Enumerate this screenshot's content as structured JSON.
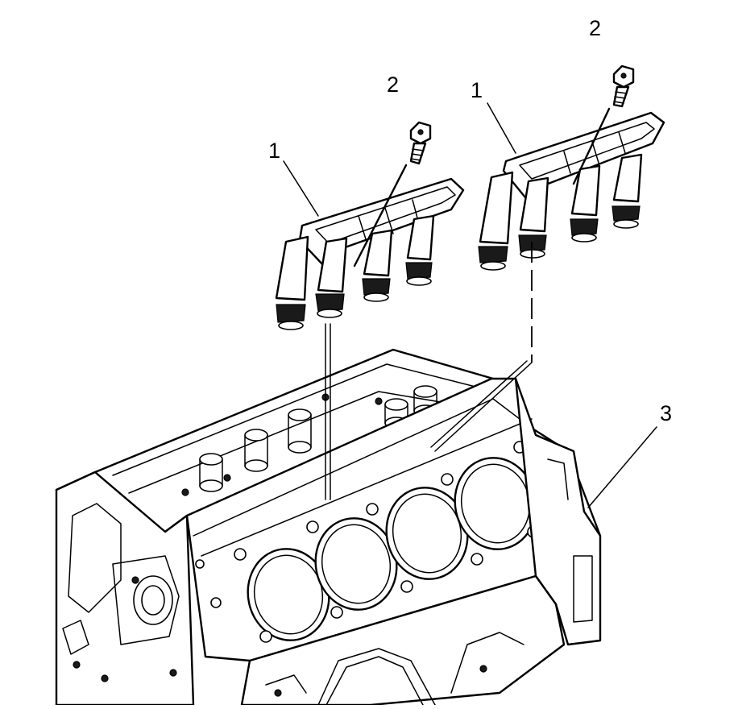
{
  "callouts": {
    "lifter_guide_left": "1",
    "lifter_guide_right": "1",
    "bolt_left": "2",
    "bolt_right": "2",
    "engine_block": "3"
  },
  "colors": {
    "line": "#000000",
    "background": "#ffffff"
  }
}
